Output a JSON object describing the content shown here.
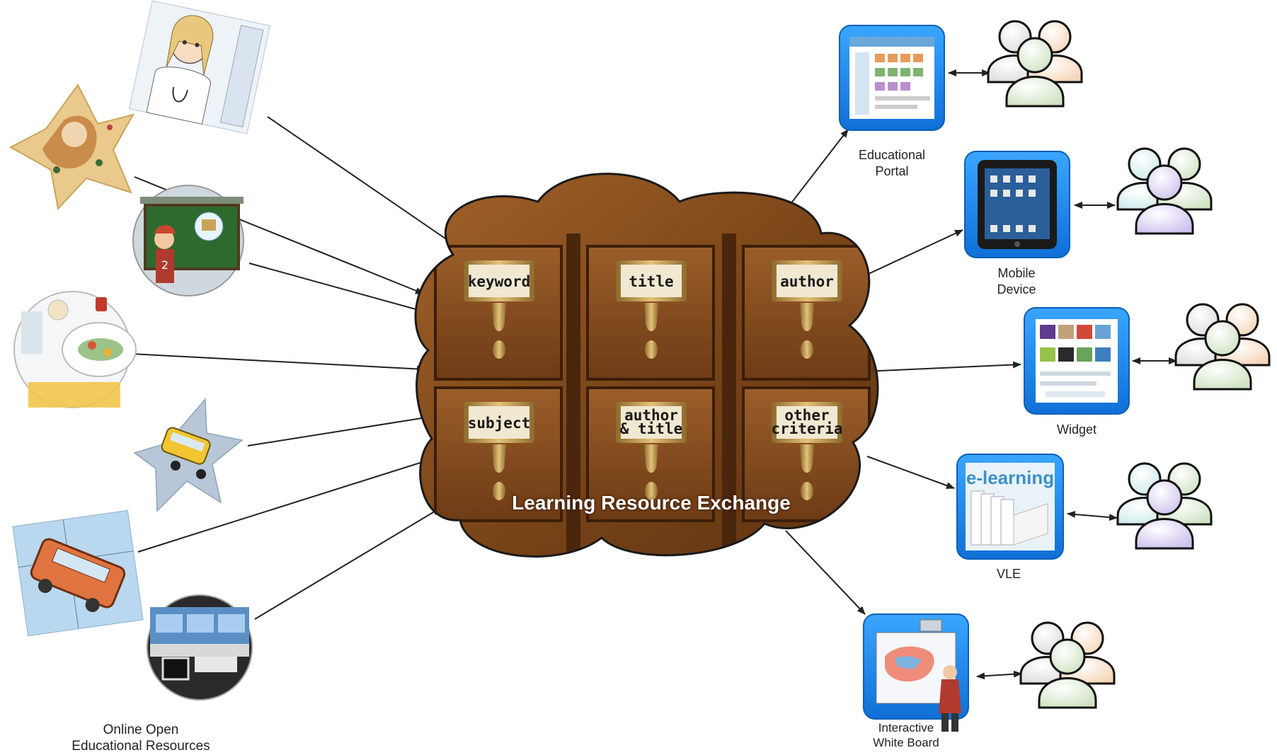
{
  "center": {
    "title": "Learning Resource Exchange",
    "drawers": [
      {
        "lines": [
          "keyword"
        ]
      },
      {
        "lines": [
          "title"
        ]
      },
      {
        "lines": [
          "author"
        ]
      },
      {
        "lines": [
          "subject"
        ]
      },
      {
        "lines": [
          "author",
          "& title"
        ]
      },
      {
        "lines": [
          "other",
          "criteria"
        ]
      }
    ]
  },
  "sources": {
    "caption_line1": "Online Open",
    "caption_line2": "Educational Resources"
  },
  "outputs": [
    {
      "line1": "Educational",
      "line2": "Portal",
      "icon": "portal-icon"
    },
    {
      "line1": "Mobile",
      "line2": "Device",
      "icon": "tablet-icon"
    },
    {
      "line1": "Widget",
      "line2": "",
      "icon": "widget-icon"
    },
    {
      "line1": "VLE",
      "line2": "",
      "icon": "vle-icon"
    },
    {
      "line1": "Interactive",
      "line2": "White Board",
      "icon": "whiteboard-icon"
    }
  ],
  "colors": {
    "wood_dark": "#5a3113",
    "wood": "#8a5324",
    "wood_light": "#b0733a",
    "tile_blue": "#1e8cf0",
    "arrow": "#222222"
  }
}
